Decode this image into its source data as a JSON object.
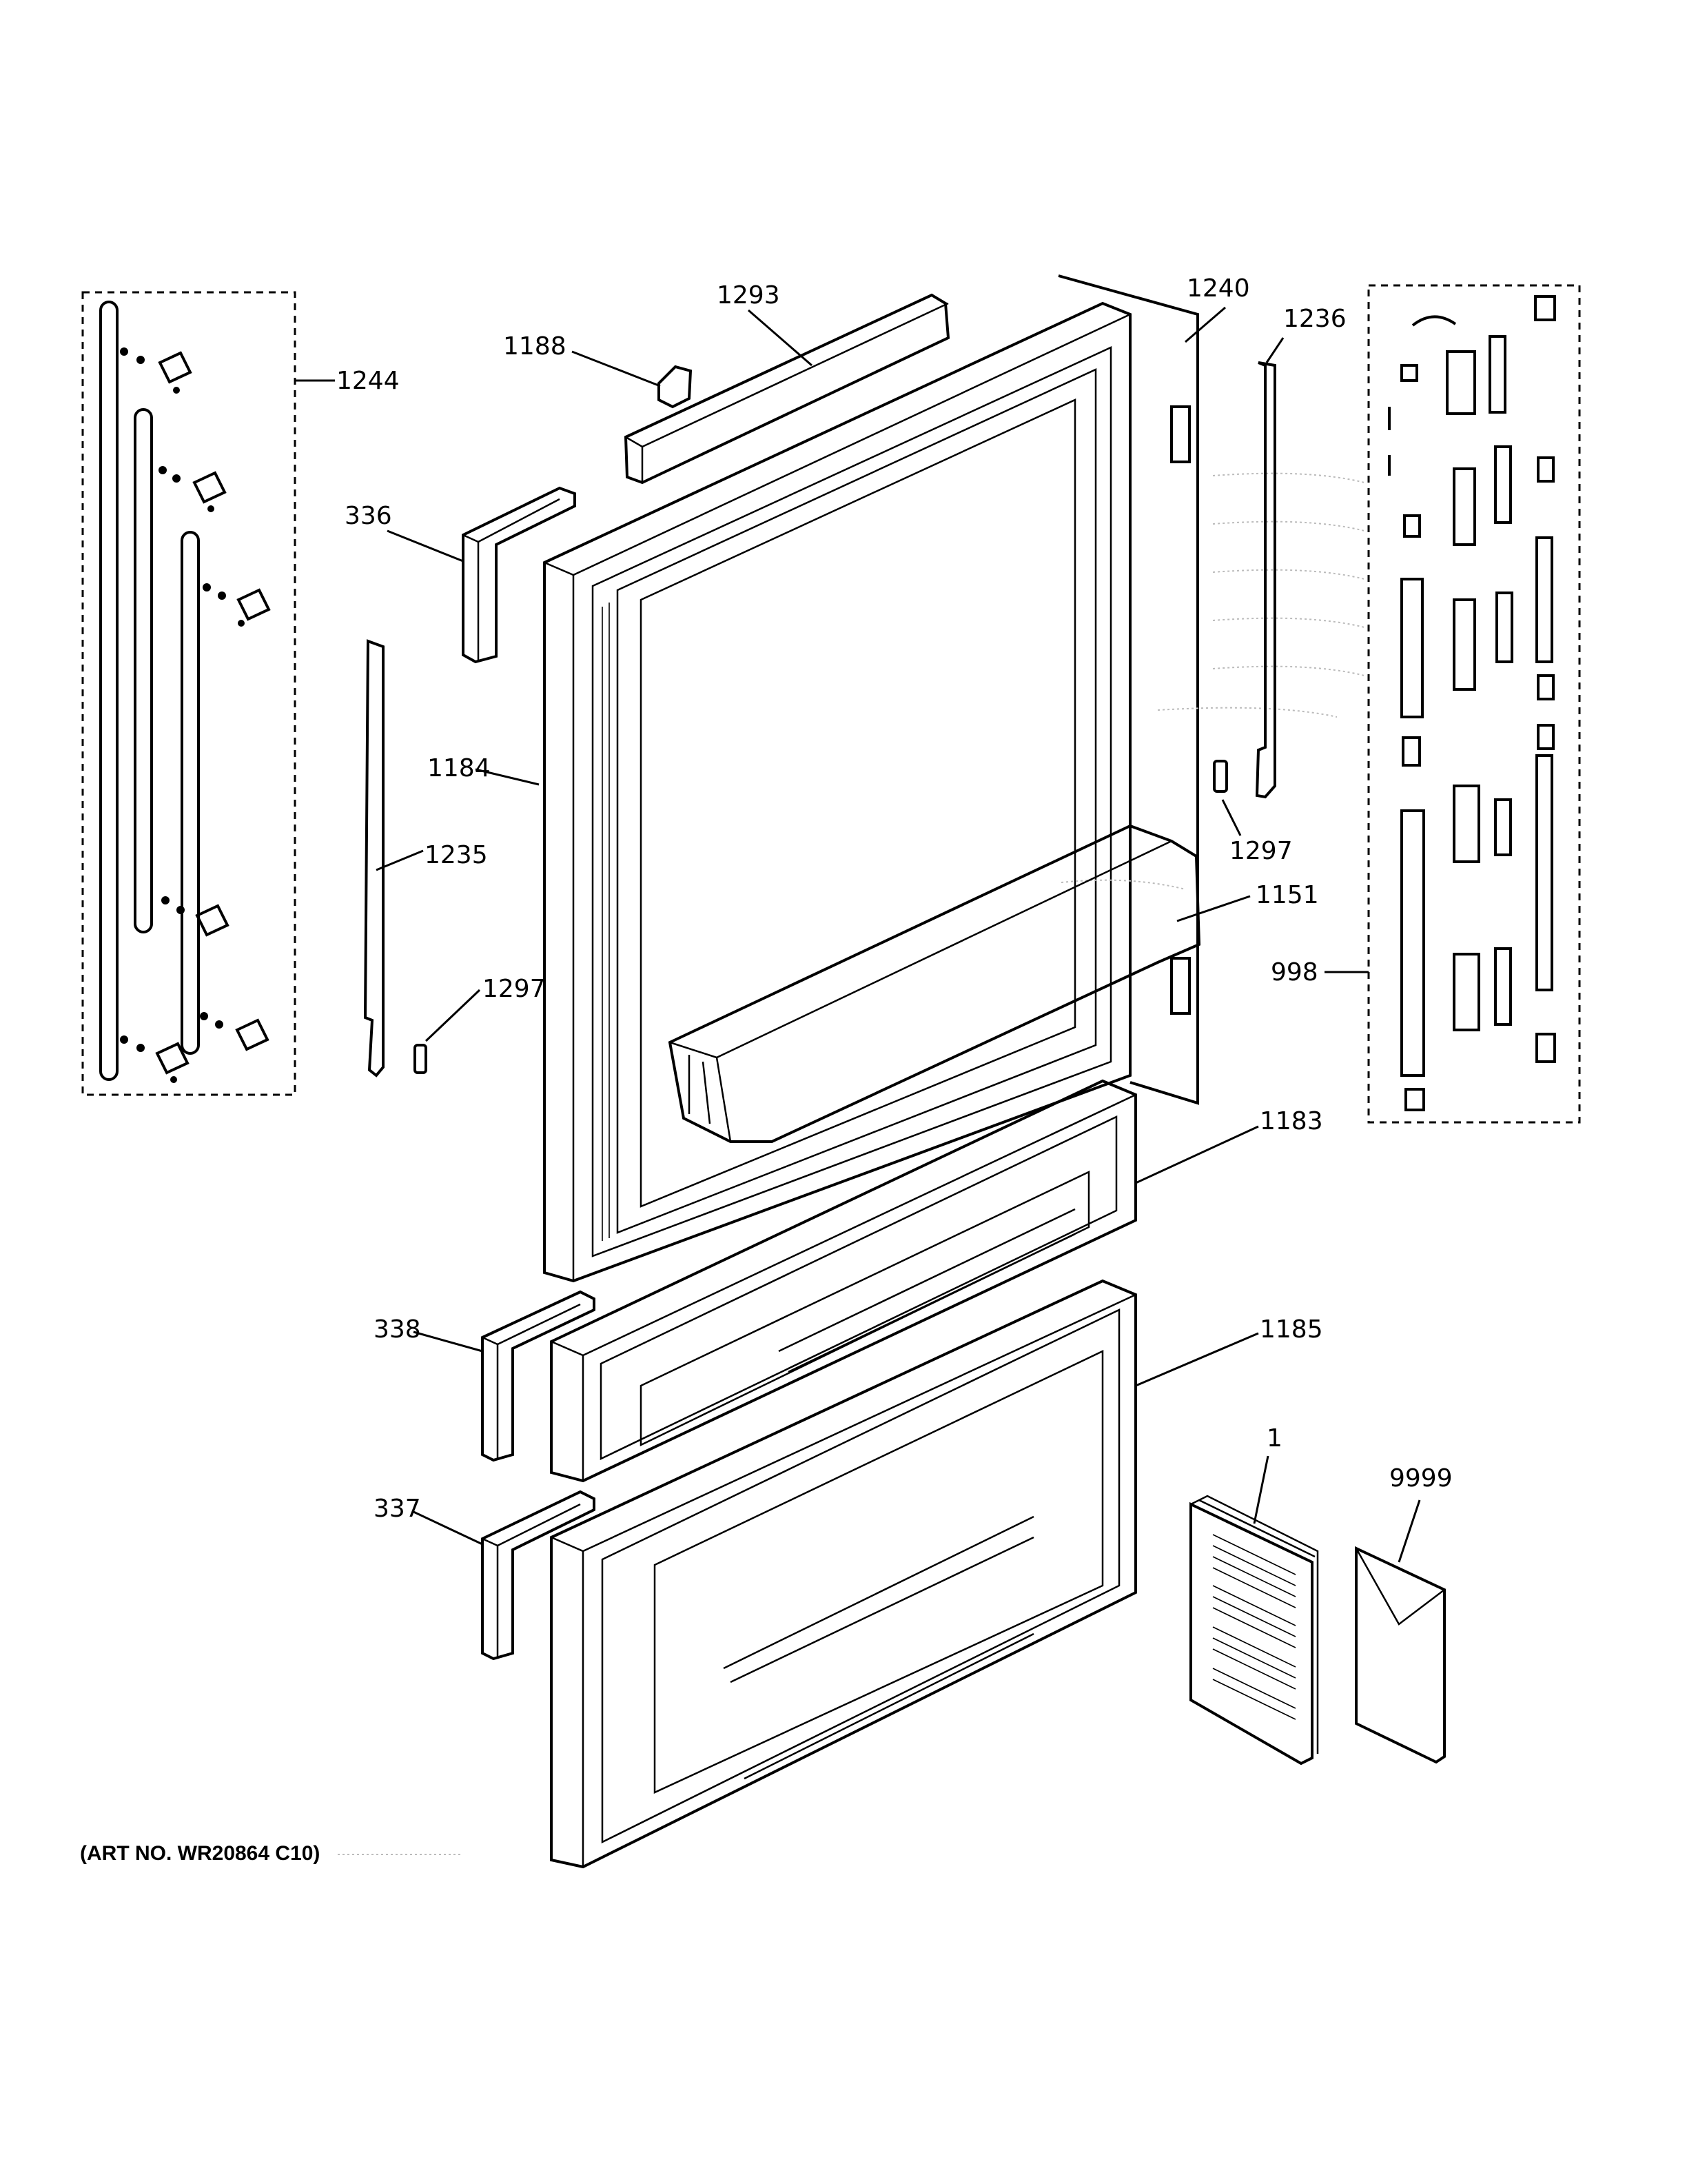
{
  "labels": {
    "p1244": "1244",
    "p1293": "1293",
    "p1188": "1188",
    "p1240": "1240",
    "p1236": "1236",
    "p336": "336",
    "p1184": "1184",
    "p1235": "1235",
    "p1297a": "1297",
    "p1297b": "1297",
    "p1151": "1151",
    "p998": "998",
    "p1183": "1183",
    "p338": "338",
    "p1185": "1185",
    "p337": "337",
    "p1": "1",
    "p9999": "9999"
  },
  "art_number": "(ART NO. WR20864 C10)"
}
